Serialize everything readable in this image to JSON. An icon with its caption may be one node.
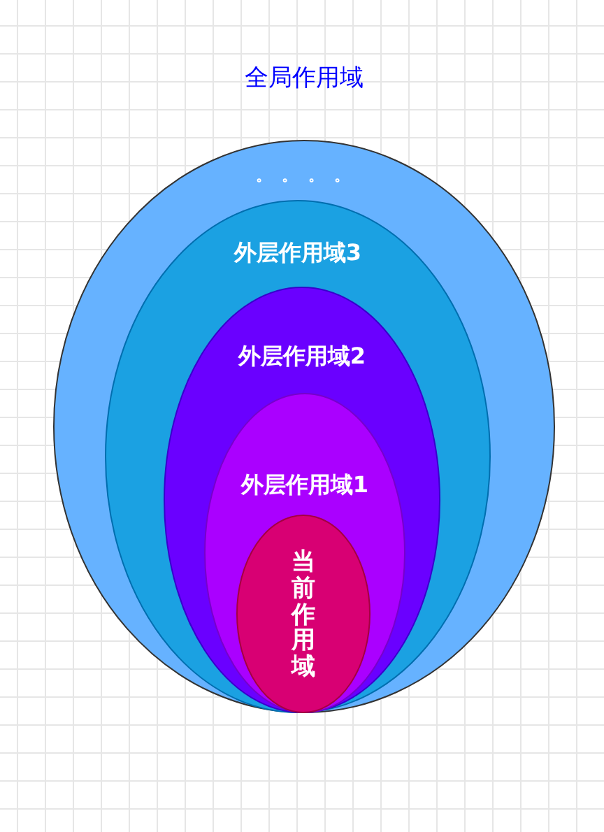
{
  "diagram": {
    "nodes": [
      {
        "text": [
          "全局作用域",
          "。 。 。 。"
        ]
      },
      {
        "text": [
          "外层作用域3"
        ],
        "in": 0
      },
      {
        "text": [
          "外层作用域2"
        ],
        "in": 1
      },
      {
        "text": [
          "外层作用域1"
        ],
        "in": 2
      },
      {
        "text": [
          "当前作用域"
        ],
        "in": 3
      }
    ]
  }
}
